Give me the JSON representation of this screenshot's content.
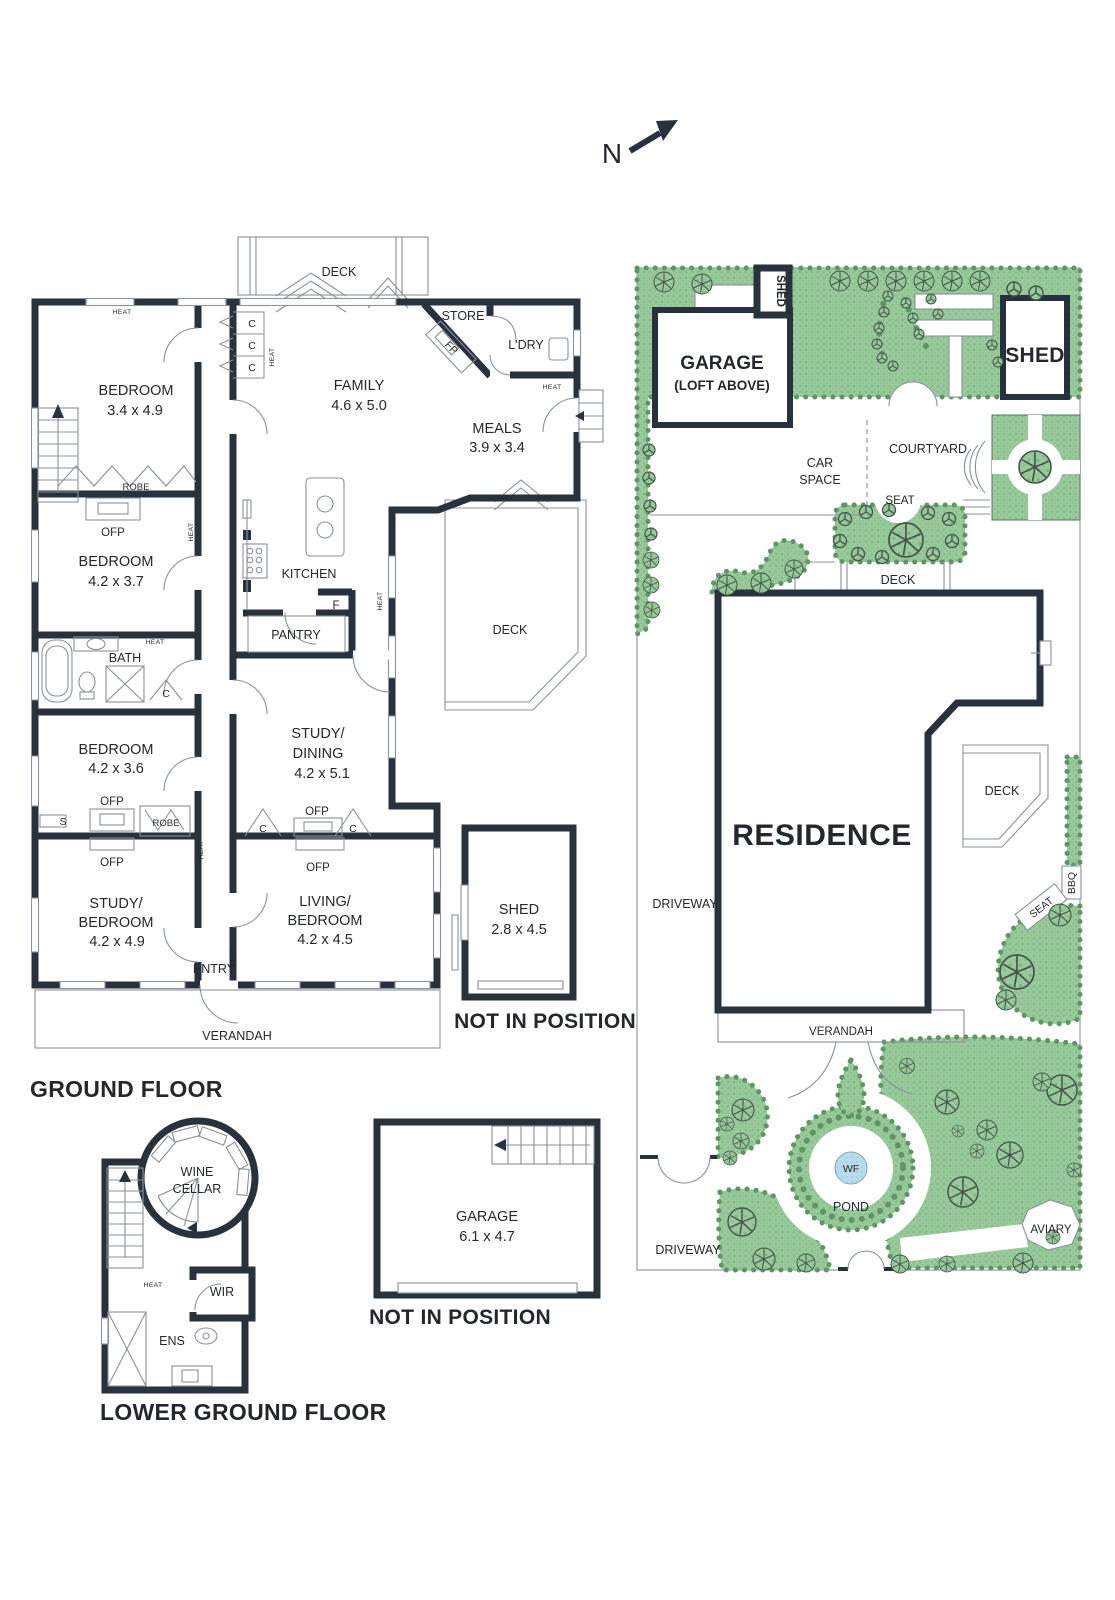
{
  "compass": {
    "label": "N"
  },
  "colors": {
    "wall": "#28323c",
    "garden": "#97c99a",
    "garden_dot": "#7fb584",
    "water": "#badbe9",
    "text": "#24282c",
    "thin_line": "#8a9198"
  },
  "ground_floor": {
    "title": "GROUND FLOOR",
    "deck_top": "DECK",
    "deck_right": "DECK",
    "verandah": "VERANDAH",
    "entry": "ENTRY",
    "family": {
      "name": "FAMILY",
      "dims": "4.6 x 5.0"
    },
    "meals": {
      "name": "MEALS",
      "dims": "3.9 x 3.4"
    },
    "store": "STORE",
    "fireplace": "FP",
    "laundry": "L'DRY",
    "kitchen": "KITCHEN",
    "fridge": "F",
    "pantry": "PANTRY",
    "bath": "BATH",
    "bedroom1": {
      "name": "BEDROOM",
      "dims": "3.4 x 4.9"
    },
    "bedroom2": {
      "name": "BEDROOM",
      "dims": "4.2 x 3.7"
    },
    "bedroom3": {
      "name": "BEDROOM",
      "dims": "4.2 x 3.6"
    },
    "study_dining": {
      "line1": "STUDY/",
      "line2": "DINING",
      "dims": "4.2 x 5.1"
    },
    "study_bedroom": {
      "line1": "STUDY/",
      "line2": "BEDROOM",
      "dims": "4.2 x 4.9"
    },
    "living_bedroom": {
      "line1": "LIVING/",
      "line2": "BEDROOM",
      "dims": "4.2 x 4.5"
    },
    "robe": "ROBE",
    "ofp": "OFP",
    "heat": "HEAT",
    "closet": "C",
    "shelf": "S"
  },
  "shed_floorplan": {
    "name": "SHED",
    "dims": "2.8 x 4.5",
    "note": "NOT IN POSITION"
  },
  "garage_floorplan": {
    "name": "GARAGE",
    "dims": "6.1 x 4.7",
    "note": "NOT IN POSITION"
  },
  "lower_ground_floor": {
    "title": "LOWER GROUND FLOOR",
    "wine_cellar_line1": "WINE",
    "wine_cellar_line2": "CELLAR",
    "wir": "WIR",
    "ens": "ENS",
    "heat": "HEAT"
  },
  "site_plan": {
    "garage_line1": "GARAGE",
    "garage_line2": "(LOFT ABOVE)",
    "shed_small": "SHED",
    "shed_large": "SHED",
    "car_space_line1": "CAR",
    "car_space_line2": "SPACE",
    "courtyard": "COURTYARD",
    "seat_courtyard": "SEAT",
    "seat_garden": "SEAT",
    "deck_upper": "DECK",
    "deck_lower": "DECK",
    "residence": "RESIDENCE",
    "bbq": "BBQ",
    "driveway_upper": "DRIVEWAY",
    "driveway_lower": "DRIVEWAY",
    "verandah": "VERANDAH",
    "water_feature": "WF",
    "pond": "POND",
    "aviary": "AVIARY"
  }
}
